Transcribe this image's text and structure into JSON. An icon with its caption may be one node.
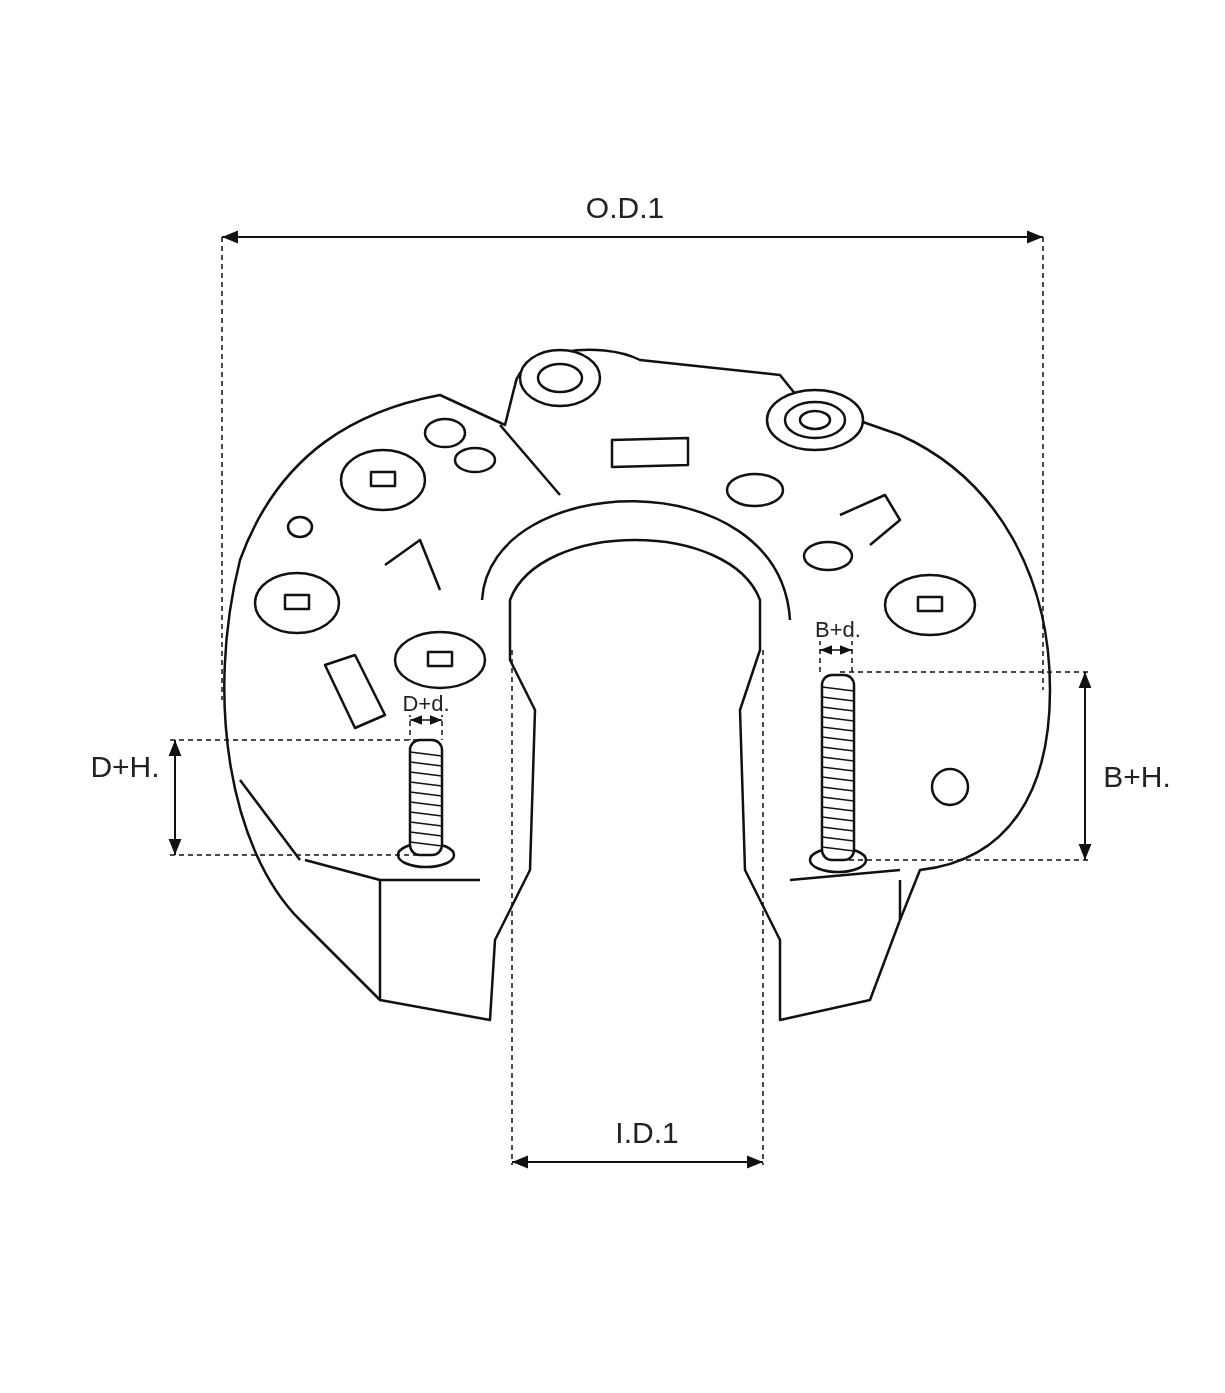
{
  "diagram": {
    "labels": [
      "O.D.1",
      "B+d.",
      "D+d.",
      "D+H.",
      "B+H.",
      "I.D.1"
    ]
  }
}
